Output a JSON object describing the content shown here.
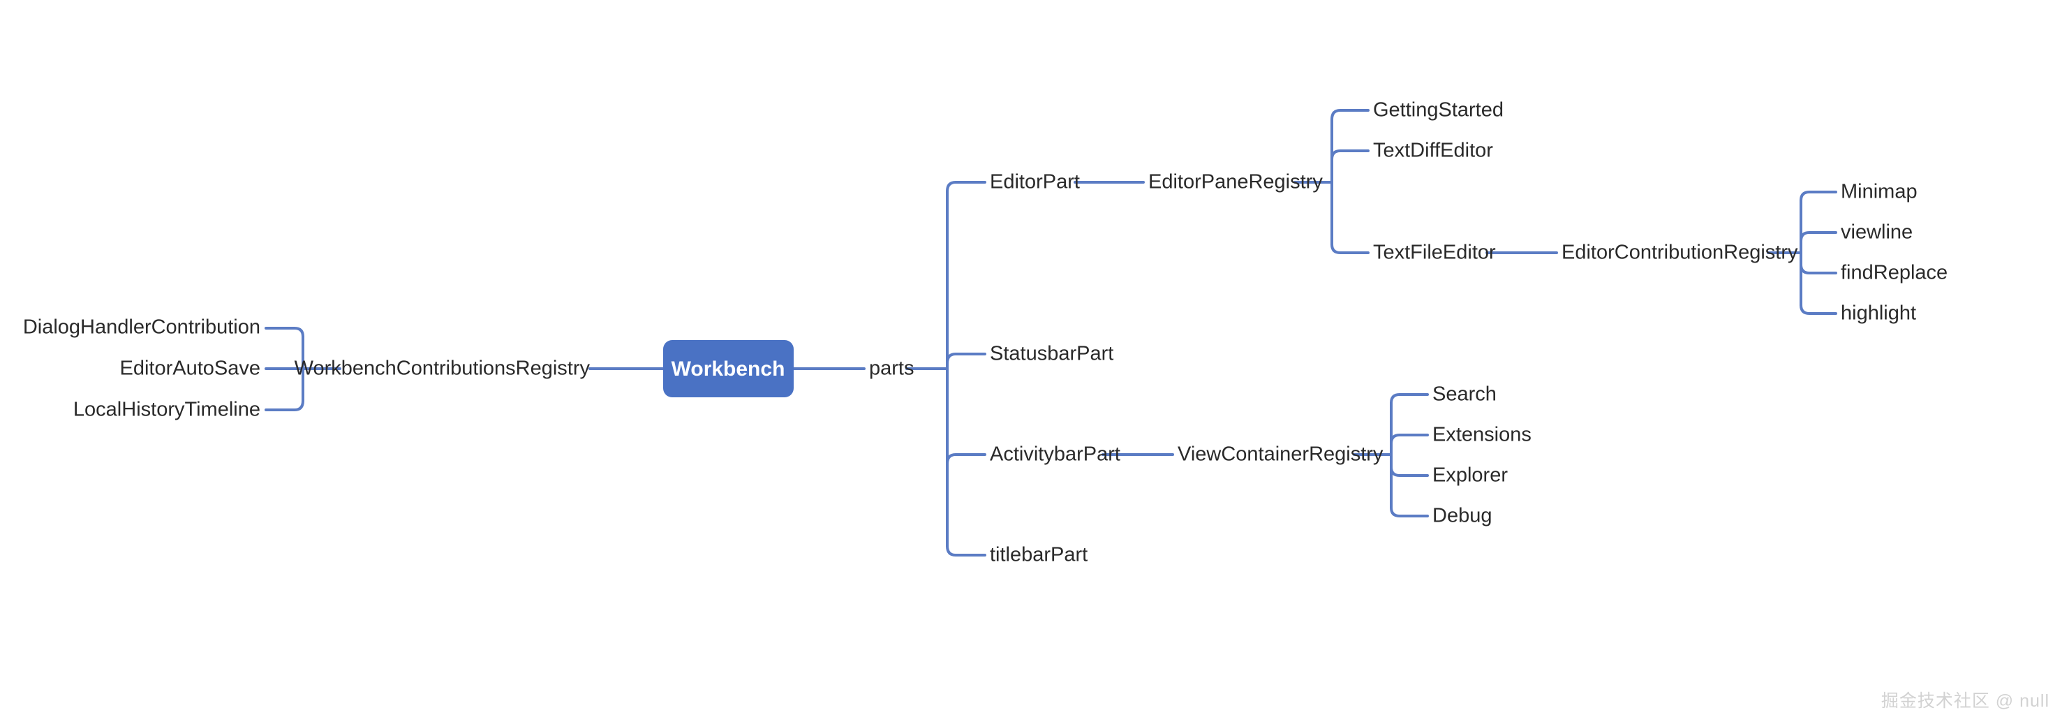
{
  "diagram": {
    "type": "mindmap",
    "title": "Workbench",
    "orientation": "left-right",
    "root": {
      "id": "workbench",
      "label": "Workbench",
      "shape": "rounded-rect",
      "fill": "#4a72c4",
      "text_color": "#ffffff"
    },
    "colors": {
      "edge": "#5b7cc4",
      "root_fill": "#4a72c4",
      "root_text": "#ffffff",
      "label_text": "#2a2a2a",
      "background": "#ffffff",
      "watermark": "#d2d2d2"
    }
  },
  "nodes": {
    "left_branch": {
      "label": "WorkbenchContributionsRegistry",
      "children": [
        {
          "label": "DialogHandlerContribution"
        },
        {
          "label": "EditorAutoSave"
        },
        {
          "label": "LocalHistoryTimeline"
        }
      ]
    },
    "right_branch": {
      "label": "parts",
      "children": [
        {
          "label": "EditorPart",
          "children": [
            {
              "label": "EditorPaneRegistry",
              "children": [
                {
                  "label": "GettingStarted"
                },
                {
                  "label": "TextDiffEditor"
                },
                {
                  "label": "TextFileEditor",
                  "children": [
                    {
                      "label": "EditorContributionRegistry",
                      "children": [
                        {
                          "label": "Minimap"
                        },
                        {
                          "label": "viewline"
                        },
                        {
                          "label": "findReplace"
                        },
                        {
                          "label": "highlight"
                        }
                      ]
                    }
                  ]
                }
              ]
            }
          ]
        },
        {
          "label": "StatusbarPart",
          "children": []
        },
        {
          "label": "ActivitybarPart",
          "children": [
            {
              "label": "ViewContainerRegistry",
              "children": [
                {
                  "label": "Search"
                },
                {
                  "label": "Extensions"
                },
                {
                  "label": "Explorer"
                },
                {
                  "label": "Debug"
                }
              ]
            }
          ]
        },
        {
          "label": "titlebarPart",
          "children": []
        }
      ]
    }
  },
  "labels": {
    "root": "Workbench",
    "parts": "parts",
    "workbench_contributions_registry": "WorkbenchContributionsRegistry",
    "dialog_handler_contribution": "DialogHandlerContribution",
    "editor_auto_save": "EditorAutoSave",
    "local_history_timeline": "LocalHistoryTimeline",
    "editor_part": "EditorPart",
    "editor_pane_registry": "EditorPaneRegistry",
    "getting_started": "GettingStarted",
    "text_diff_editor": "TextDiffEditor",
    "text_file_editor": "TextFileEditor",
    "editor_contribution_registry": "EditorContributionRegistry",
    "minimap": "Minimap",
    "viewline": "viewline",
    "find_replace": "findReplace",
    "highlight": "highlight",
    "statusbar_part": "StatusbarPart",
    "activitybar_part": "ActivitybarPart",
    "view_container_registry": "ViewContainerRegistry",
    "search": "Search",
    "extensions": "Extensions",
    "explorer": "Explorer",
    "debug": "Debug",
    "titlebar_part": "titlebarPart"
  },
  "watermark": {
    "text": "掘金技术社区 @ null"
  }
}
